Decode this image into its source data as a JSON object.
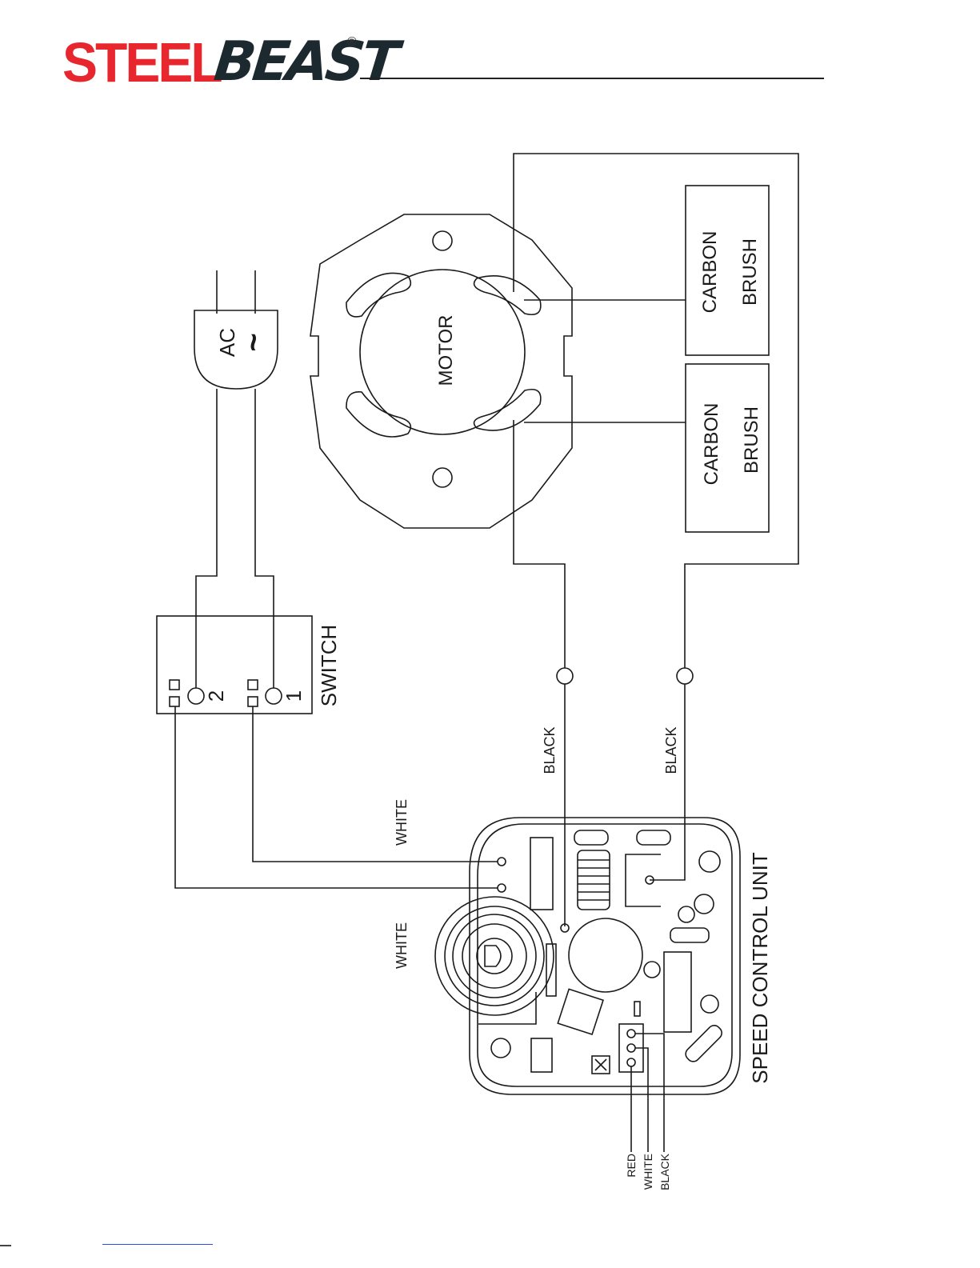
{
  "header": {
    "brand_part1": "STEEL",
    "brand_part2": "BEAST",
    "registered_mark": "®"
  },
  "diagram": {
    "plug_label": "AC",
    "plug_symbol": "~",
    "motor_label": "MOTOR",
    "brush1_line1": "CARBON",
    "brush1_line2": "BRUSH",
    "brush2_line1": "CARBON",
    "brush2_line2": "BRUSH",
    "switch_label": "SWITCH",
    "switch_terminal_2": "2",
    "switch_terminal_1": "1",
    "wire_white_upper": "WHITE",
    "wire_white_lower": "WHITE",
    "wire_black_left": "BLACK",
    "wire_black_right": "BLACK",
    "control_unit_label": "SPEED CONTROL UNIT",
    "lead_red": "RED",
    "lead_white": "WHITE",
    "lead_black": "BLACK"
  }
}
